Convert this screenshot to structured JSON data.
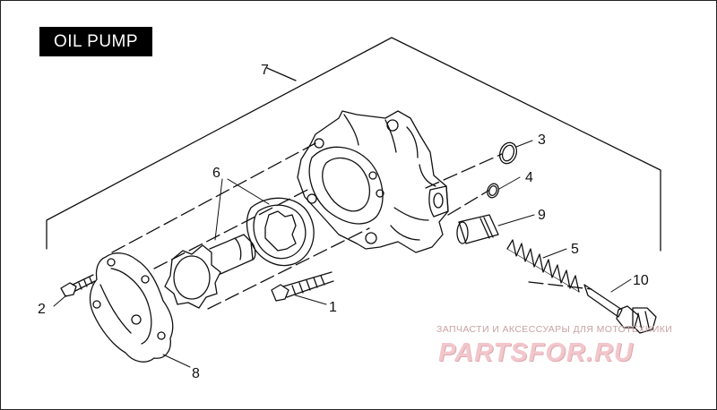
{
  "title": "OIL PUMP",
  "callouts": {
    "c1": "1",
    "c2": "2",
    "c3": "3",
    "c4": "4",
    "c5": "5",
    "c6": "6",
    "c7": "7",
    "c8": "8",
    "c9": "9",
    "c10": "10"
  },
  "watermark": {
    "caption": "ЗАПЧАСТИ И АКСЕССУАРЫ ДЛЯ МОТОТЕХНИКИ",
    "logo": "PARTSFOR.RU"
  },
  "colors": {
    "line": "#111111",
    "watermark": "#f2c7cc"
  }
}
